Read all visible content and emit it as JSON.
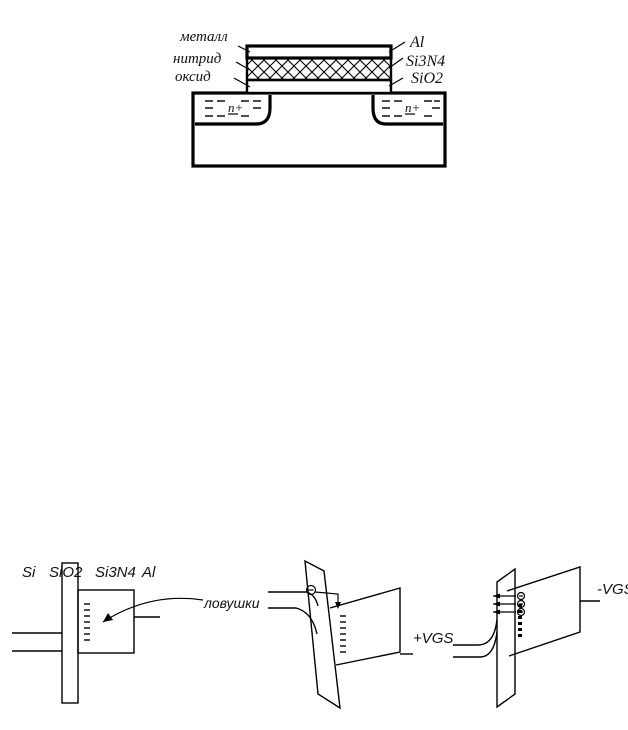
{
  "structure": {
    "left_labels": [
      "металл",
      "нитрид",
      "оксид"
    ],
    "right_labels": [
      "Al",
      "Si3N4",
      "SiO2"
    ],
    "region_label": "n+"
  },
  "bands": {
    "material_labels": [
      "Si",
      "SiO2",
      "Si3N4",
      "Al"
    ],
    "traps_label": "ловушки",
    "positive_bias": "+VGS",
    "negative_bias": "-VGS"
  }
}
